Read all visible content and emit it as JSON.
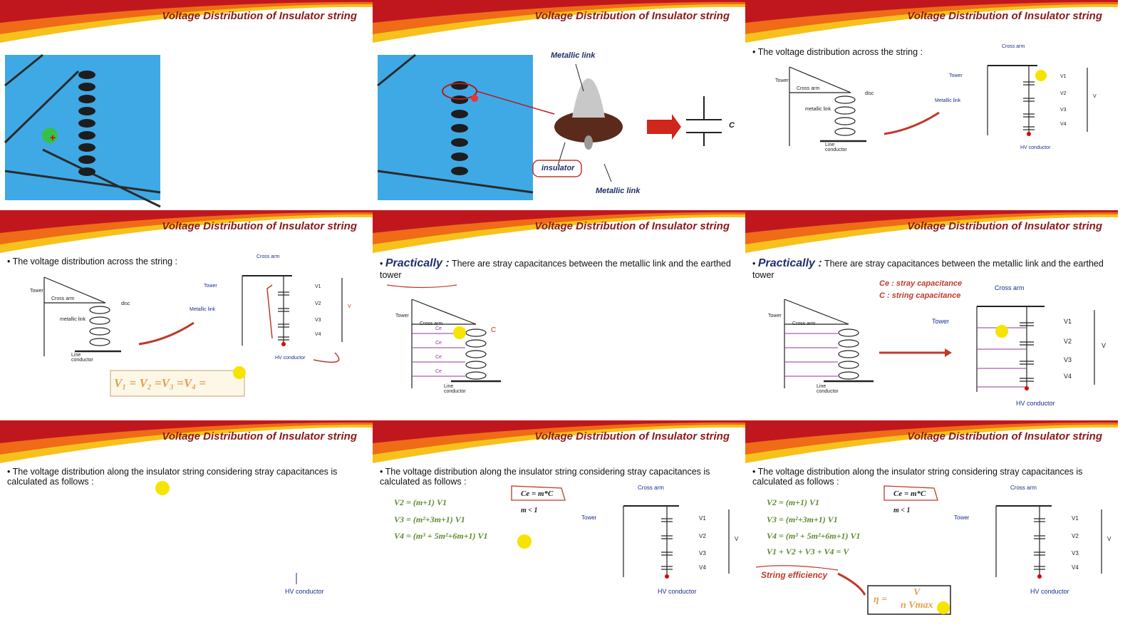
{
  "title": "Voltage Distribution of Insulator string",
  "slides": [
    {
      "id": 1
    },
    {
      "id": 2,
      "labels": {
        "metallic_top": "Metallic link",
        "metallic_bottom": "Metallic link",
        "insulator": "insulator",
        "cap": "C"
      }
    },
    {
      "id": 3,
      "bullet": "The voltage distribution across the string :"
    },
    {
      "id": 4,
      "bullet": "The voltage distribution across the string :",
      "eq": "V₁ = V₂ =V₃ =V₄ ="
    },
    {
      "id": 5,
      "heading": "Practically :",
      "text": "There are stray capacitances between the metallic link and the earthed tower"
    },
    {
      "id": 6,
      "heading": "Practically :",
      "text": "There are stray capacitances between the metallic link and the earthed tower",
      "legend": [
        "Ce : stray capacitance",
        "C : string capacitance"
      ]
    },
    {
      "id": 7,
      "bullet": "The voltage distribution along the insulator string considering stray capacitances is calculated as follows :"
    },
    {
      "id": 8,
      "bullet": "The voltage distribution along the insulator string considering stray capacitances is calculated as follows :"
    },
    {
      "id": 9,
      "bullet": "The voltage distribution along the insulator string considering stray capacitances is calculated as follows :",
      "sum": "V1 + V2 + V3 + V4 = V",
      "eff": "String efficiency"
    }
  ],
  "equations": {
    "v2": "V2 = (m+1) V1",
    "v3": "V3 = (m²+3m+1) V1",
    "v4": "V4 = (m³ + 5m²+6m+1) V1",
    "ce": "Ce = m*C",
    "m": "m < 1",
    "eta_lhs": "η =",
    "eta_num": "V",
    "eta_den": "n Vmax"
  },
  "diagram": {
    "tower": "Tower",
    "cross_arm": "Cross arm",
    "disc": "disc",
    "metallic_link": "metallic link",
    "line_conductor": "Line conductor",
    "metallic_link_label": "Metallic link",
    "hv_conductor": "HV conductor",
    "v_labels": [
      "V1",
      "V2",
      "V3",
      "V4"
    ],
    "c": "C",
    "ce": "Ce",
    "v": "V"
  }
}
